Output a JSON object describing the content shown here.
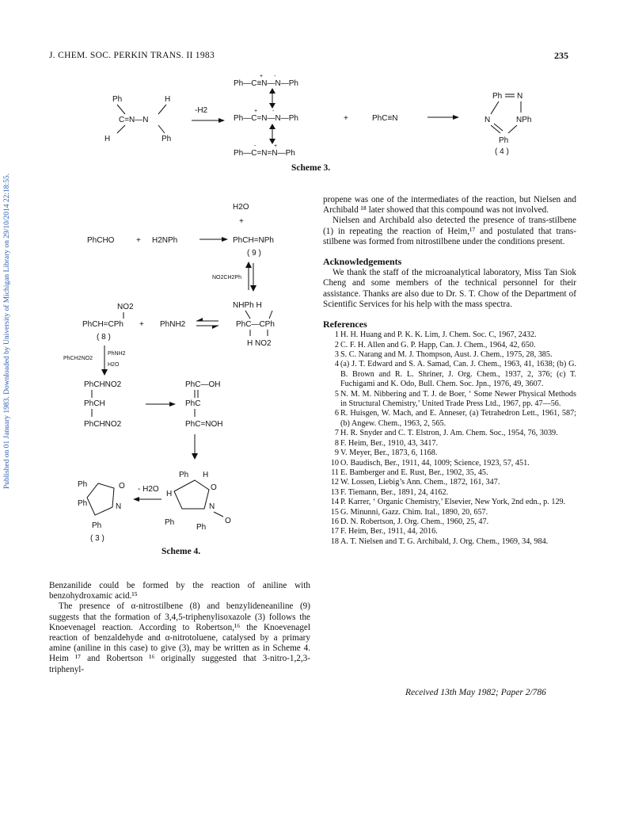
{
  "header": {
    "journal": "J. CHEM. SOC. PERKIN TRANS. II 1983",
    "page": "235"
  },
  "sidebar": {
    "notice": "Published on 01 January 1983. Downloaded by University of Michigan Library on 29/10/2014 22:18:55."
  },
  "scheme3": {
    "caption": "Scheme 3."
  },
  "scheme4": {
    "caption": "Scheme 4."
  },
  "right_column": {
    "para1": "propene was one of the intermediates of the reaction, but Nielsen and Archibald ¹⁸ later showed that this compound was not involved.",
    "para2": "Nielsen and Archibald also detected the presence of trans-stilbene (1) in repeating the reaction of Heim,¹⁷ and postulated that trans-stilbene was formed from nitrostilbene under the conditions present.",
    "ack_heading": "Acknowledgements",
    "ack_text": "We thank the staff of the microanalytical laboratory, Miss Tan Siok Cheng and some members of the technical personnel for their assistance. Thanks are also due to Dr. S. T. Chow of the Department of Scientific Services for his help with the mass spectra.",
    "refs_heading": "References",
    "references": [
      {
        "num": "1",
        "text": "H. H. Huang and P. K. K. Lim, J. Chem. Soc. C, 1967, 2432."
      },
      {
        "num": "2",
        "text": "C. F. H. Allen and G. P. Happ, Can. J. Chem., 1964, 42, 650."
      },
      {
        "num": "3",
        "text": "S. C. Narang and M. J. Thompson, Aust. J. Chem., 1975, 28, 385."
      },
      {
        "num": "4",
        "text": "(a) J. T. Edward and S. A. Samad, Can. J. Chem., 1963, 41, 1638; (b) G. B. Brown and R. L. Shriner, J. Org. Chem., 1937, 2, 376; (c) T. Fuchigami and K. Odo, Bull. Chem. Soc. Jpn., 1976, 49, 3607."
      },
      {
        "num": "5",
        "text": "N. M. M. Nibbering and T. J. de Boer, ‘ Some Newer Physical Methods in Structural Chemistry,’ United Trade Press Ltd., 1967, pp. 47—56."
      },
      {
        "num": "6",
        "text": "R. Huisgen, W. Mach, and E. Anneser, (a) Tetrahedron Lett., 1961, 587; (b) Angew. Chem., 1963, 2, 565."
      },
      {
        "num": "7",
        "text": "H. R. Snyder and C. T. Elstron, J. Am. Chem. Soc., 1954, 76, 3039."
      },
      {
        "num": "8",
        "text": "F. Heim, Ber., 1910, 43, 3417."
      },
      {
        "num": "9",
        "text": "V. Meyer, Ber., 1873, 6, 1168."
      },
      {
        "num": "10",
        "text": "O. Baudisch, Ber., 1911, 44, 1009; Science, 1923, 57, 451."
      },
      {
        "num": "11",
        "text": "E. Bamberger and E. Rust, Ber., 1902, 35, 45."
      },
      {
        "num": "12",
        "text": "W. Lossen, Liebig’s Ann. Chem., 1872, 161, 347."
      },
      {
        "num": "13",
        "text": "F. Tiemann, Ber., 1891, 24, 4162."
      },
      {
        "num": "14",
        "text": "P. Karrer, ‘ Organic Chemistry,’ Elsevier, New York, 2nd edn., p. 129."
      },
      {
        "num": "15",
        "text": "G. Minunni, Gazz. Chim. Ital., 1890, 20, 657."
      },
      {
        "num": "16",
        "text": "D. N. Robertson, J. Org. Chem., 1960, 25, 47."
      },
      {
        "num": "17",
        "text": "F. Heim, Ber., 1911, 44, 2016."
      },
      {
        "num": "18",
        "text": "A. T. Nielsen and T. G. Archibald, J. Org. Chem., 1969, 34, 984."
      }
    ],
    "received": "Received 13th May 1982; Paper 2/786"
  },
  "left_column": {
    "para1": "Benzanilide could be formed by the reaction of aniline with benzohydroxamic acid.¹⁵",
    "para2": "The presence of α-nitrostilbene (8) and benzylideneaniline (9) suggests that the formation of 3,4,5-triphenylisoxazole (3) follows the Knoevenagel reaction. According to Robertson,¹⁶ the Knoevenagel reaction of benzaldehyde and α-nitrotoluene, catalysed by a primary amine (aniline in this case) to give (3), may be written as in Scheme 4. Heim ¹⁷ and Robertson ¹⁶ originally suggested that 3-nitro-1,2,3-triphenyl-"
  },
  "chem_labels": {
    "ph": "Ph",
    "h": "H",
    "minus_h2": "-H2",
    "plus": "+",
    "minus": "-",
    "ph_c_n_n_ph": "Ph—C≡N—N—Ph",
    "ph_c_eq_n_n_ph": "Ph—C=N—N—Ph",
    "ph_c_n_eq_n_ph": "Ph—C=N=N—Ph",
    "phc_n": "PhC≡N",
    "n": "N",
    "nph": "NPh",
    "label4": "( 4 )",
    "c_eq_n_n": "C=N—N",
    "h2o": "H2O",
    "phcho": "PhCHO",
    "h2nph": "H2NPh",
    "phch_nph": "PhCH=NPh",
    "label9": "( 9 )",
    "no2ch2ph": "NO2CH2Ph",
    "no2": "NO2",
    "phch_cph": "PhCH=CPh",
    "phnh2": "PhNH2",
    "label8": "( 8 )",
    "nhph_h": "NHPh  H",
    "phc_cph": "PhC—CPh",
    "h_no2": "H    NO2",
    "phch2no2": "PhCH2NO2",
    "phnh2_side": "PhNH2",
    "h2o_side": "H2O",
    "phchno2": "PhCHNO2",
    "phch": "PhCH",
    "phc_oh": "PhC—OH",
    "phc": "PhC",
    "phc_noh": "PhC=NOH",
    "o": "O",
    "minus_h2o": "- H2O",
    "label3": "( 3 )"
  }
}
